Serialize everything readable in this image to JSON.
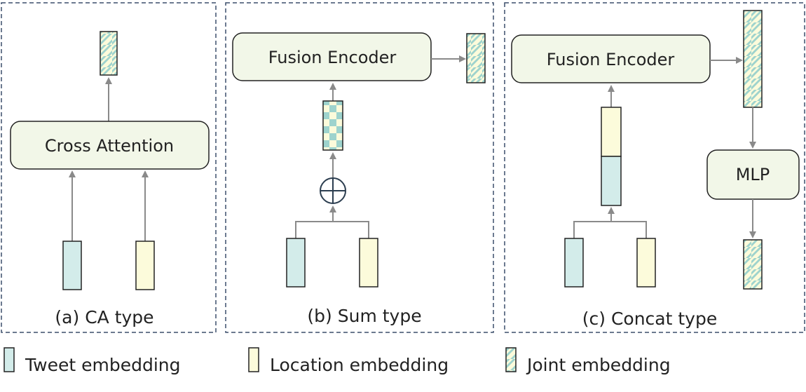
{
  "panels": {
    "a": {
      "caption": "(a) CA type",
      "module": "Cross Attention"
    },
    "b": {
      "caption": "(b) Sum type",
      "module": "Fusion Encoder"
    },
    "c": {
      "caption": "(c) Concat type",
      "module": "Fusion Encoder",
      "mlp": "MLP"
    }
  },
  "legend": {
    "tweet": "Tweet embedding",
    "location": "Location embedding",
    "joint": "Joint embedding"
  },
  "colors": {
    "tweet": "#d3ecea",
    "location": "#fcfbdb",
    "joint_accent": "#9ed3cd",
    "module_fill": "#f2f7e8",
    "dashed_border": "#3c4f6b",
    "arrow": "#8a8a8a"
  }
}
